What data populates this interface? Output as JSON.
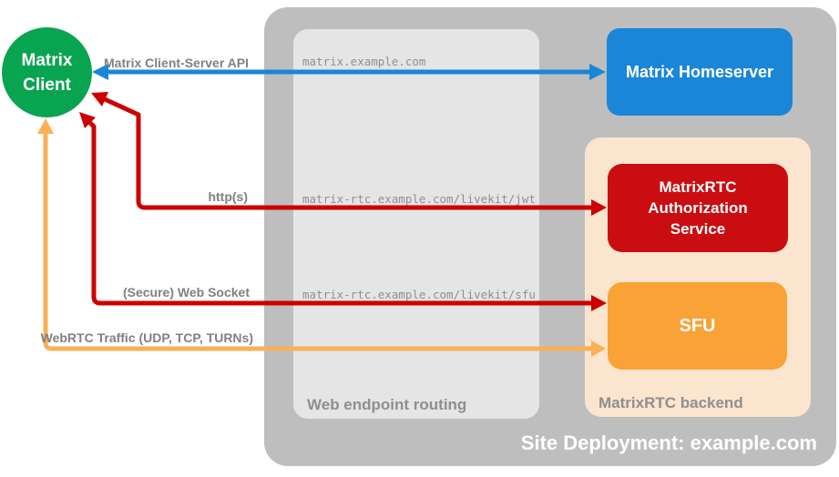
{
  "diagram_title": "Site Deployment: example.com",
  "colors": {
    "client_green": "#09a450",
    "homeserver_blue": "#1a86d8",
    "auth_red": "#c90d11",
    "sfu_orange": "#f9a235",
    "container_gray": "#bebebe",
    "routing_gray": "#e5e5e5",
    "backend_peach": "#fbe5ce",
    "arrow_blue": "#1a86d8",
    "arrow_red": "#cc0000",
    "arrow_orange": "#fbb055",
    "label_gray": "#808080",
    "endpoint_gray": "#8f8f8f"
  },
  "nodes": {
    "matrix_client": {
      "lines": [
        "Matrix",
        "Client"
      ]
    },
    "matrix_homeserver": {
      "label": "Matrix Homeserver"
    },
    "auth_service": {
      "lines": [
        "MatrixRTC",
        "Authorization",
        "Service"
      ]
    },
    "sfu": {
      "label": "SFU"
    }
  },
  "groups": {
    "site_deployment": {
      "label": "Site Deployment: example.com"
    },
    "web_endpoint_routing": {
      "label": "Web endpoint routing"
    },
    "matrixrtc_backend": {
      "label": "MatrixRTC backend"
    }
  },
  "endpoints": {
    "homeserver": "matrix.example.com",
    "jwt": "matrix-rtc.example.com/livekit/jwt",
    "sfu": "matrix-rtc.example.com/livekit/sfu"
  },
  "arrows": {
    "client_server_api": {
      "label": "Matrix Client-Server API",
      "color": "#1a86d8",
      "bidirectional": true
    },
    "https": {
      "label": "http(s)",
      "color": "#cc0000",
      "bidirectional": true
    },
    "websocket": {
      "label": "(Secure) Web Socket",
      "color": "#cc0000",
      "bidirectional": true
    },
    "webrtc": {
      "label": "WebRTC Traffic (UDP, TCP, TURNs)",
      "color": "#fbb055",
      "bidirectional": true
    }
  }
}
